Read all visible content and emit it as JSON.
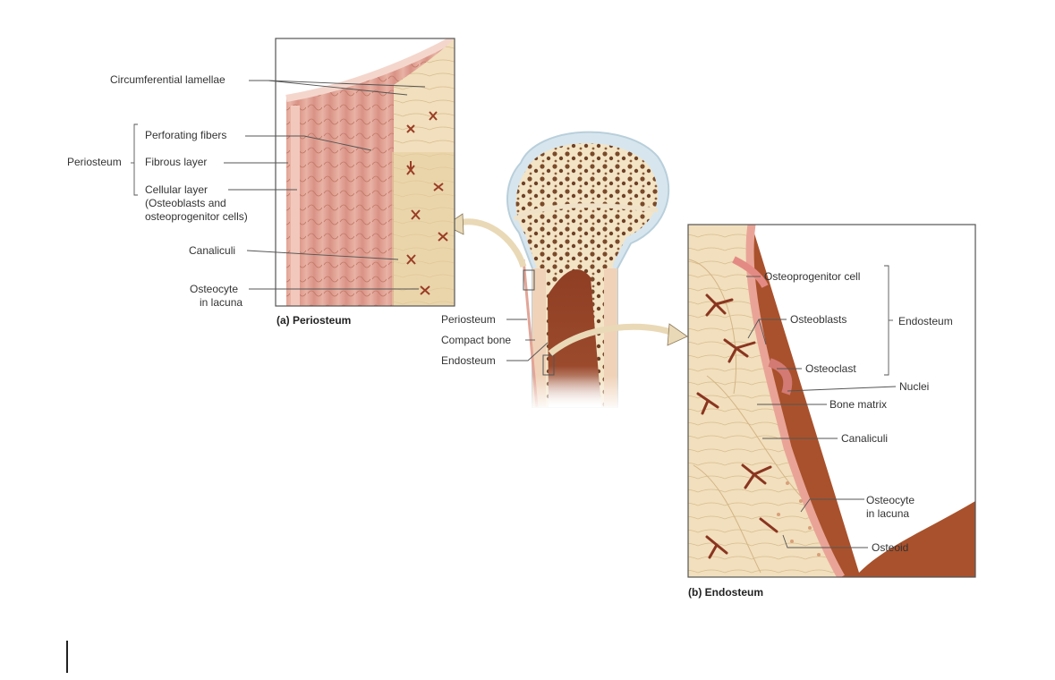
{
  "periosteum_panel": {
    "caption": "(a) Periosteum",
    "group_label": "Periosteum",
    "labels": {
      "circumferential": "Circumferential lamellae",
      "perforating": "Perforating fibers",
      "fibrous": "Fibrous layer",
      "cellular_1": "Cellular layer",
      "cellular_2": "(Osteoblasts and",
      "cellular_3": "osteoprogenitor cells)",
      "canaliculi": "Canaliculi",
      "osteocyte_1": "Osteocyte",
      "osteocyte_2": "in lacuna"
    }
  },
  "bone_center": {
    "labels": {
      "periosteum": "Periosteum",
      "compact": "Compact bone",
      "endosteum": "Endosteum"
    }
  },
  "endosteum_panel": {
    "caption": "(b) Endosteum",
    "group_label": "Endosteum",
    "labels": {
      "osteoprogenitor": "Osteoprogenitor cell",
      "osteoblasts": "Osteoblasts",
      "osteoclast": "Osteoclast",
      "nuclei": "Nuclei",
      "bone_matrix": "Bone matrix",
      "canaliculi": "Canaliculi",
      "osteocyte_1": "Osteocyte",
      "osteocyte_2": "in lacuna",
      "osteoid": "Osteoid"
    }
  },
  "colors": {
    "bone": "#f1dfbd",
    "periosteum_pink": "#e3a699",
    "osteocyte": "#9a3d25",
    "marrow": "#8a3a22",
    "cartilage": "#d7e6ee"
  }
}
